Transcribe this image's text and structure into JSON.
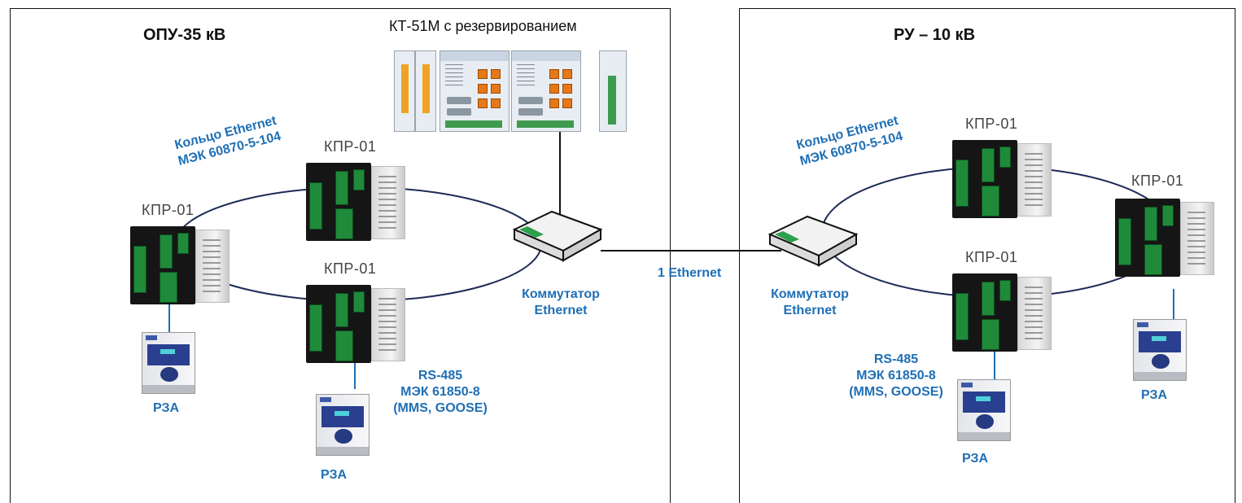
{
  "zones": {
    "left_title": "ОПУ-35 кВ",
    "right_title": "РУ – 10 кВ"
  },
  "controller": {
    "label": "КТ-51М с резервированием"
  },
  "left": {
    "ring_label_line1": "Кольцо Ethernet",
    "ring_label_line2": "МЭК 60870-5-104",
    "kpr_top": "КПР-01",
    "kpr_left": "КПР-01",
    "kpr_bottom": "КПР-01",
    "switch_line1": "Коммутатор",
    "switch_line2": "Ethernet",
    "bus_line1": "RS-485",
    "bus_line2": "МЭК 61850-8",
    "bus_line3": "(MMS, GOOSE)",
    "rza_left": "РЗА",
    "rza_bottom": "РЗА"
  },
  "link": {
    "label": "1 Ethernet"
  },
  "right": {
    "ring_label_line1": "Кольцо Ethernet",
    "ring_label_line2": "МЭК 60870-5-104",
    "kpr_top": "КПР-01",
    "kpr_right": "КПР-01",
    "kpr_bottom": "КПР-01",
    "switch_line1": "Коммутатор",
    "switch_line2": "Ethernet",
    "bus_line1": "RS-485",
    "bus_line2": "МЭК 61850-8",
    "bus_line3": "(MMS, GOOSE)",
    "rza_bottom": "РЗА",
    "rza_right": "РЗА"
  },
  "colors": {
    "label_blue": "#1f6fb5",
    "ring_line": "#1d2b57",
    "terminal_green": "#1f8a3a"
  }
}
